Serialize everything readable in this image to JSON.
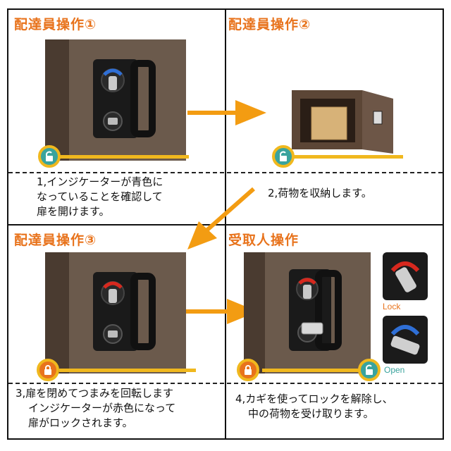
{
  "panels": {
    "p1": {
      "title": "配達員操作①",
      "caption_lines": [
        "1,インジケーターが青色に",
        "なっていることを確認して",
        "扉を開けます。"
      ]
    },
    "p2": {
      "title": "配達員操作②",
      "caption_lines": [
        "2,荷物を収納します。"
      ]
    },
    "p3": {
      "title": "配達員操作③",
      "caption_lines": [
        "3,扉を閉めてつまみを回転します",
        "インジケーターが赤色になって",
        "扉がロックされます。"
      ]
    },
    "p4": {
      "title": "受取人操作",
      "caption_lines": [
        "4,カギを使ってロックを解除し、",
        "中の荷物を受け取ります。"
      ]
    }
  },
  "insets": {
    "lock_label": "Lock",
    "open_label": "Open"
  },
  "colors": {
    "accent": "#e8731c",
    "bar": "#f0b81e",
    "unlock": "#3aa39d",
    "lock": "#e8731c",
    "indicator_blue": "#2f6fd6",
    "indicator_red": "#d7281e"
  },
  "icons": {
    "unlocked": "unlocked-padlock-icon",
    "locked": "locked-padlock-icon",
    "arrow": "arrow-icon"
  }
}
